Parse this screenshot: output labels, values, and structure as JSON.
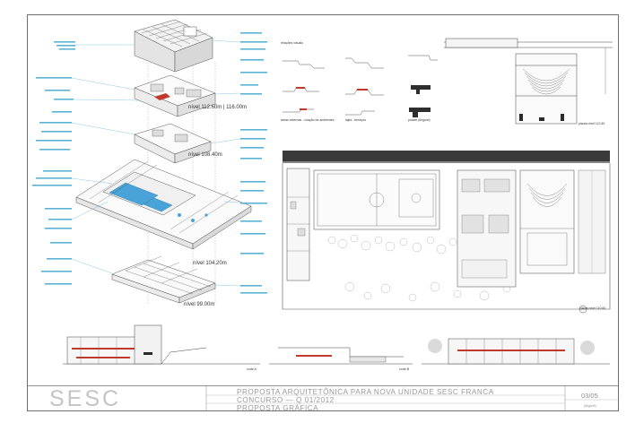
{
  "levels": {
    "l1": "nível 112.60m | 116.00m",
    "l2": "nível 108.40m",
    "l3": "nível 104.20m",
    "l4": "nível 99.00m"
  },
  "sections": {
    "s1_title": "relações visuais",
    "s2_title": "áreas externas - criação de ambientes",
    "s3_title": "lajes - terraços",
    "s4_title": "pocket (ilegível)"
  },
  "plans": {
    "upper_plan_label": "planta nível 112.60",
    "site_plan_label": "planta nível 110.60",
    "cut_a": "corte A",
    "cut_b": "corte B"
  },
  "title_block": {
    "logo": "SESC",
    "line1": "PROPOSTA ARQUITETÔNICA PARA NOVA UNIDADE SESC FRANCA",
    "line2": "CONCURSO — Q 01/2012",
    "line3": "PROPOSTA GRÁFICA",
    "page": "03/05",
    "team": "(ilegível)"
  },
  "colors": {
    "annotation": "#5ab3d4",
    "highlight": "#c0392b",
    "pool": "#4aa3d8",
    "line": "#4a4a4a"
  }
}
